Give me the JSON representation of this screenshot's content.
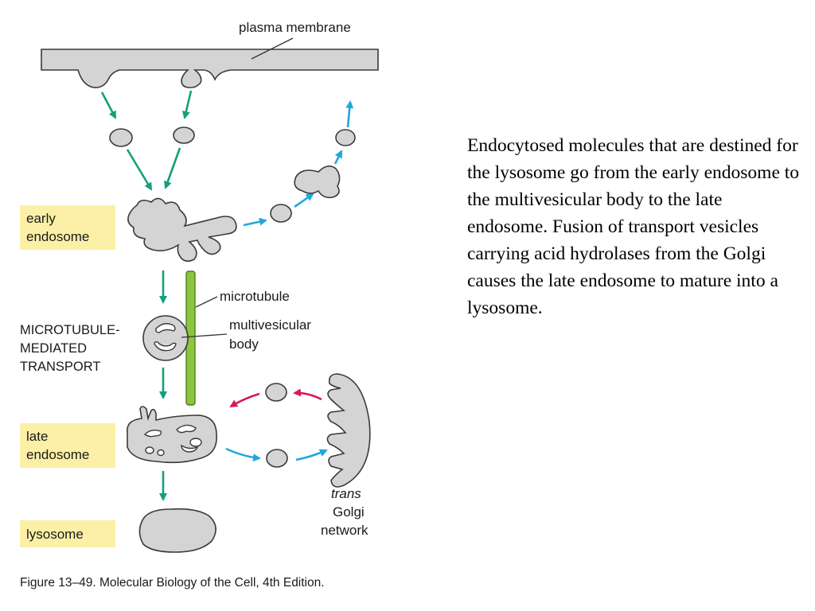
{
  "diagram": {
    "labels": {
      "plasma_membrane": "plasma membrane",
      "early_endosome_line1": "early",
      "early_endosome_line2": "endosome",
      "microtubule": "microtubule",
      "mt_transport_line1": "MICROTUBULE-",
      "mt_transport_line2": "MEDIATED",
      "mt_transport_line3": "TRANSPORT",
      "multivesicular_line1": "multivesicular",
      "multivesicular_line2": "body",
      "late_endosome_line1": "late",
      "late_endosome_line2": "endosome",
      "lysosome": "lysosome",
      "golgi_line1": "trans",
      "golgi_line2": "Golgi",
      "golgi_line3": "network"
    },
    "caption": "Figure 13–49. Molecular Biology of the Cell, 4th Edition.",
    "colors": {
      "organelle_fill": "#d4d4d4",
      "endocytic_arrow": "#13a07a",
      "recycling_arrow": "#22a7dd",
      "retrograde_arrow": "#d6175a",
      "microtubule": "#8cc63f",
      "label_highlight": "#fbf0a6"
    }
  },
  "description": "Endocytosed molecules that are destined for the lysosome go from the early endosome to the multivesicular body to the late endosome.  Fusion of transport vesicles carrying acid hydrolases from the Golgi causes the late endosome to mature into a lysosome."
}
